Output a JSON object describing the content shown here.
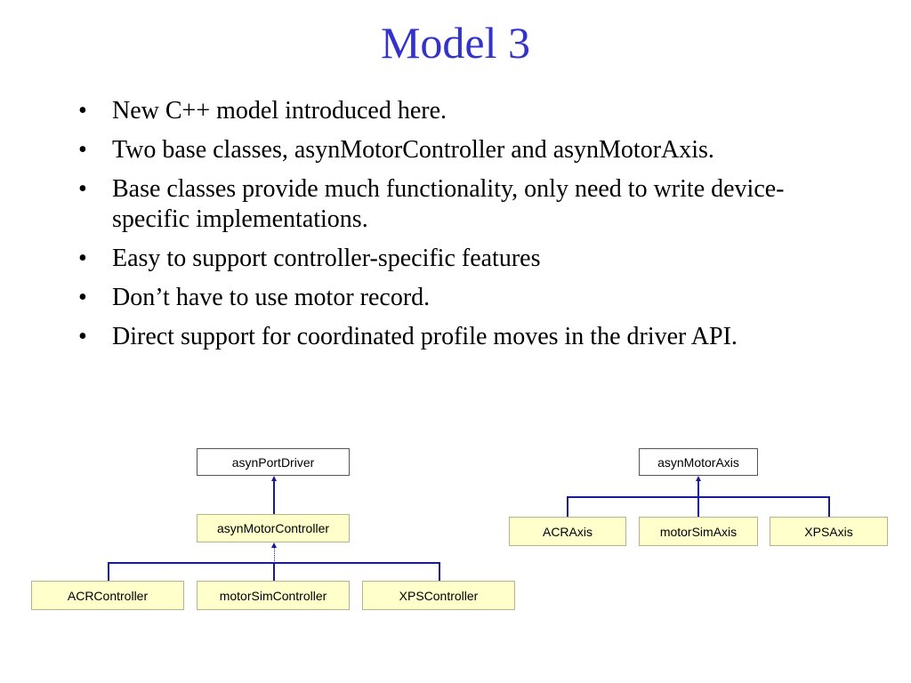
{
  "title": "Model 3",
  "bullets": [
    "New C++ model introduced here.",
    "Two base classes, asynMotorController and asynMotorAxis.",
    "Base classes provide much functionality, only need to write device-specific implementations.",
    "Easy to support controller-specific features",
    "Don’t have to use motor record.",
    "Direct support for coordinated profile moves in the driver API."
  ],
  "bullet_symbol": "•",
  "diagram_left": {
    "root": "asynPortDriver",
    "middle": "asynMotorController",
    "children": [
      "ACRController",
      "motorSimController",
      "XPSController"
    ]
  },
  "diagram_right": {
    "root": "asynMotorAxis",
    "children": [
      "ACRAxis",
      "motorSimAxis",
      "XPSAxis"
    ]
  },
  "colors": {
    "title": "#3333cc",
    "connector": "#1a1a99",
    "class_box_fill": "#ffffcc"
  }
}
